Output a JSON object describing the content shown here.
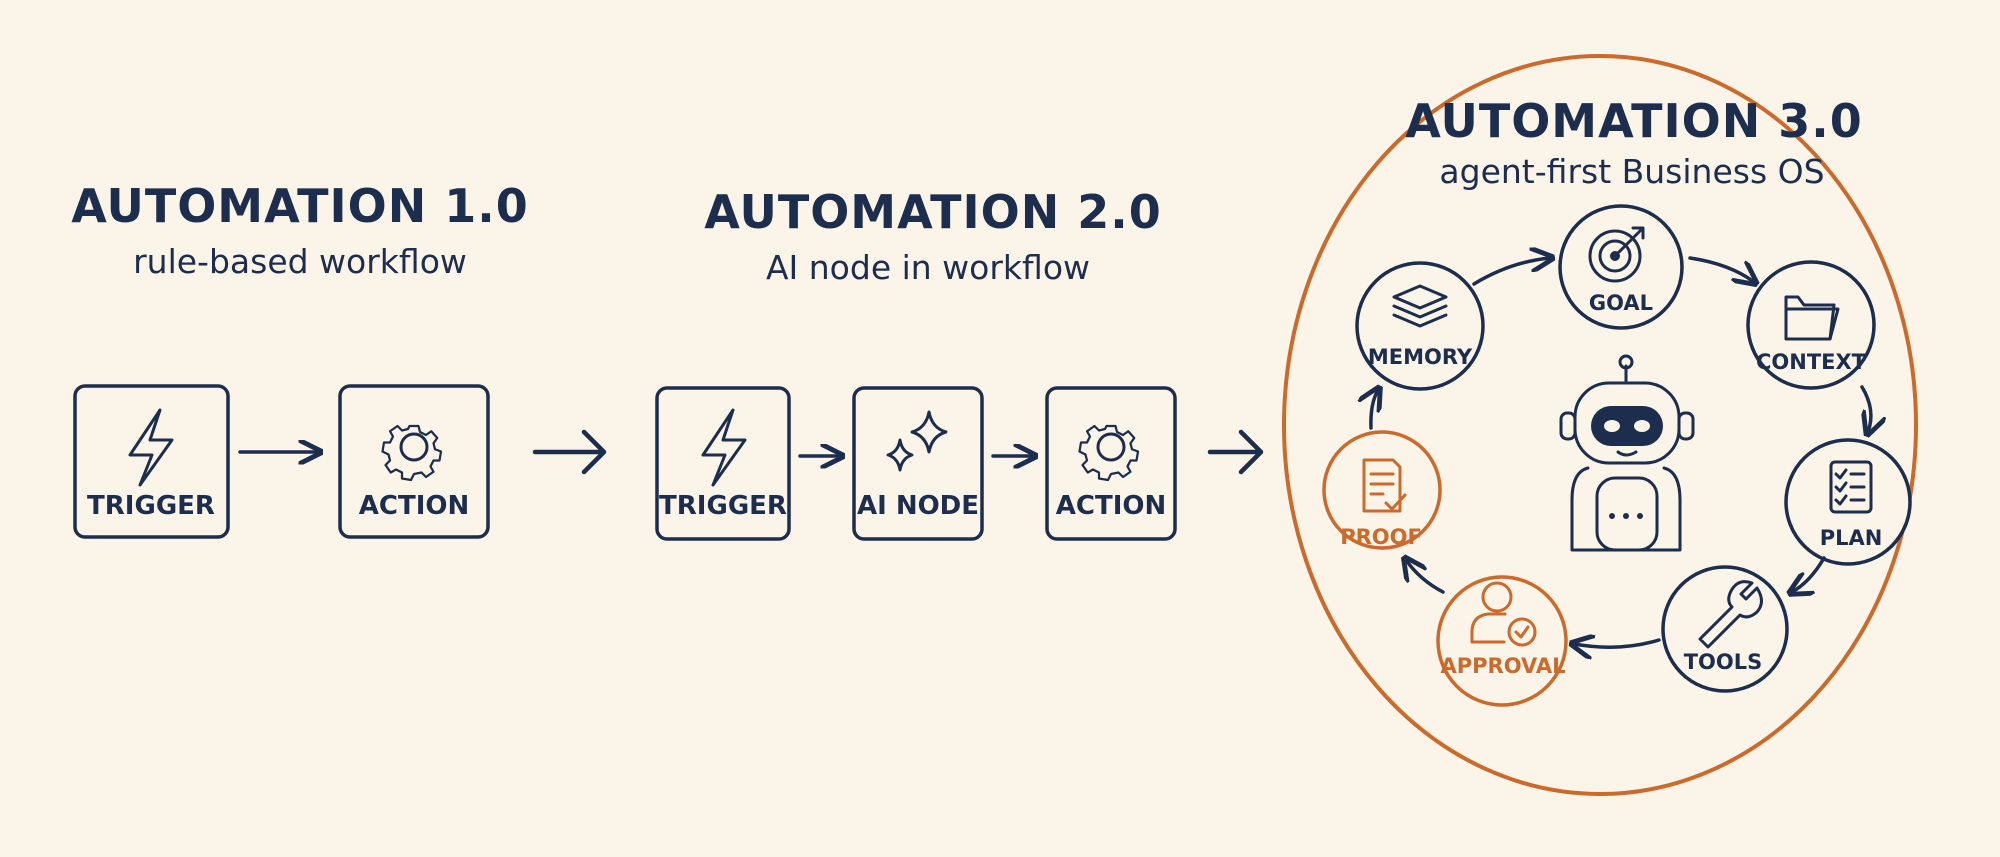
{
  "stage1": {
    "title": "AUTOMATION 1.0",
    "subtitle": "rule-based workflow",
    "steps": [
      {
        "label": "TRIGGER",
        "icon": "lightning-icon"
      },
      {
        "label": "ACTION",
        "icon": "gear-icon"
      }
    ]
  },
  "stage2": {
    "title": "AUTOMATION 2.0",
    "subtitle": "AI node in workflow",
    "steps": [
      {
        "label": "TRIGGER",
        "icon": "lightning-icon"
      },
      {
        "label": "AI NODE",
        "icon": "sparkle-icon"
      },
      {
        "label": "ACTION",
        "icon": "gear-icon"
      }
    ]
  },
  "stage3": {
    "title": "AUTOMATION 3.0",
    "subtitle": "agent-first Business OS",
    "center_icon": "robot-icon",
    "cycle": [
      {
        "label": "GOAL",
        "icon": "target-icon",
        "accent": false
      },
      {
        "label": "CONTEXT",
        "icon": "folder-icon",
        "accent": false
      },
      {
        "label": "PLAN",
        "icon": "checklist-icon",
        "accent": false
      },
      {
        "label": "TOOLS",
        "icon": "wrench-icon",
        "accent": false
      },
      {
        "label": "APPROVAL",
        "icon": "user-check-icon",
        "accent": true
      },
      {
        "label": "PROOF",
        "icon": "document-check-icon",
        "accent": true
      },
      {
        "label": "MEMORY",
        "icon": "layers-icon",
        "accent": false
      }
    ]
  },
  "colors": {
    "background": "#fbf4e8",
    "ink": "#1c2d4e",
    "accent": "#cc6a2b"
  }
}
